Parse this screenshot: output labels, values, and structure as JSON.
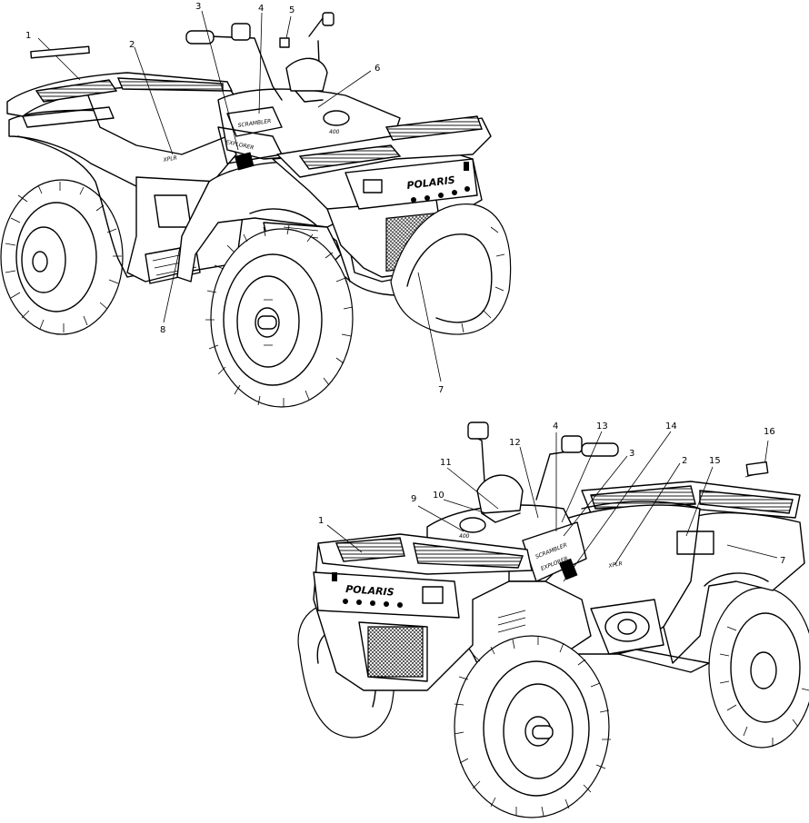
{
  "diagram": {
    "top_view": {
      "brand_label": "POLARIS",
      "tank_label": "400",
      "callouts": [
        {
          "id": "c1",
          "label": "1"
        },
        {
          "id": "c2",
          "label": "2"
        },
        {
          "id": "c3",
          "label": "3"
        },
        {
          "id": "c4",
          "label": "4"
        },
        {
          "id": "c5",
          "label": "5"
        },
        {
          "id": "c6",
          "label": "6"
        },
        {
          "id": "c7",
          "label": "7"
        },
        {
          "id": "c8",
          "label": "8"
        }
      ]
    },
    "bottom_view": {
      "brand_label": "POLARIS",
      "tank_label": "400",
      "callouts": [
        {
          "id": "c1",
          "label": "1"
        },
        {
          "id": "c2",
          "label": "2"
        },
        {
          "id": "c3",
          "label": "3"
        },
        {
          "id": "c4",
          "label": "4"
        },
        {
          "id": "c7",
          "label": "7"
        },
        {
          "id": "c9",
          "label": "9"
        },
        {
          "id": "c10",
          "label": "10"
        },
        {
          "id": "c11",
          "label": "11"
        },
        {
          "id": "c12",
          "label": "12"
        },
        {
          "id": "c13",
          "label": "13"
        },
        {
          "id": "c14",
          "label": "14"
        },
        {
          "id": "c15",
          "label": "15"
        },
        {
          "id": "c16",
          "label": "16"
        }
      ]
    }
  }
}
